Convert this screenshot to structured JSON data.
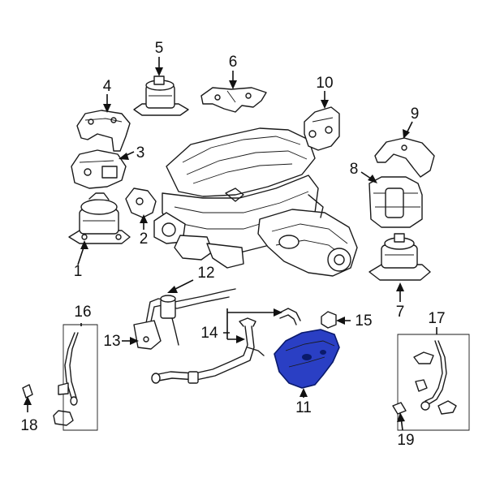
{
  "diagram": {
    "highlight_color": "#2a3fc4",
    "callouts": [
      {
        "id": "1",
        "label": "1"
      },
      {
        "id": "2",
        "label": "2"
      },
      {
        "id": "3",
        "label": "3"
      },
      {
        "id": "4",
        "label": "4"
      },
      {
        "id": "5",
        "label": "5"
      },
      {
        "id": "6",
        "label": "6"
      },
      {
        "id": "7",
        "label": "7"
      },
      {
        "id": "8",
        "label": "8"
      },
      {
        "id": "9",
        "label": "9"
      },
      {
        "id": "10",
        "label": "10"
      },
      {
        "id": "11",
        "label": "11"
      },
      {
        "id": "12",
        "label": "12"
      },
      {
        "id": "13",
        "label": "13"
      },
      {
        "id": "14",
        "label": "14"
      },
      {
        "id": "15",
        "label": "15"
      },
      {
        "id": "16",
        "label": "16"
      },
      {
        "id": "17",
        "label": "17"
      },
      {
        "id": "18",
        "label": "18"
      },
      {
        "id": "19",
        "label": "19"
      }
    ],
    "highlighted_part": "11"
  }
}
